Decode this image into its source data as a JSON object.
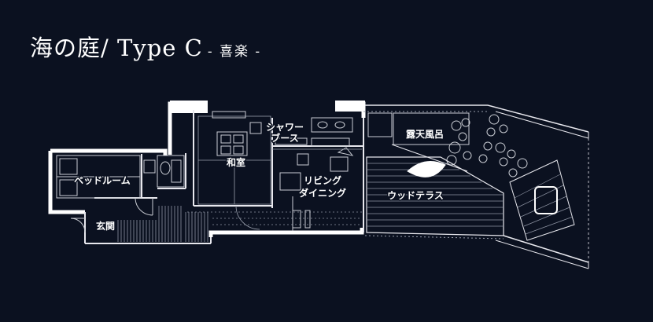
{
  "title": {
    "main": "海の庭/ Type C",
    "sub": "- 喜楽 -"
  },
  "rooms": {
    "bedroom": "ベッドルーム",
    "entrance": "玄関",
    "japanese_room": "和室",
    "shower_booth_1": "シャワー",
    "shower_booth_2": "ブース",
    "living_dining_1": "リビング",
    "living_dining_2": "ダイニング",
    "open_air_bath": "露天風呂",
    "wood_terrace": "ウッドテラス"
  },
  "colors": {
    "background": "#0b1120",
    "line": "#ffffff"
  }
}
